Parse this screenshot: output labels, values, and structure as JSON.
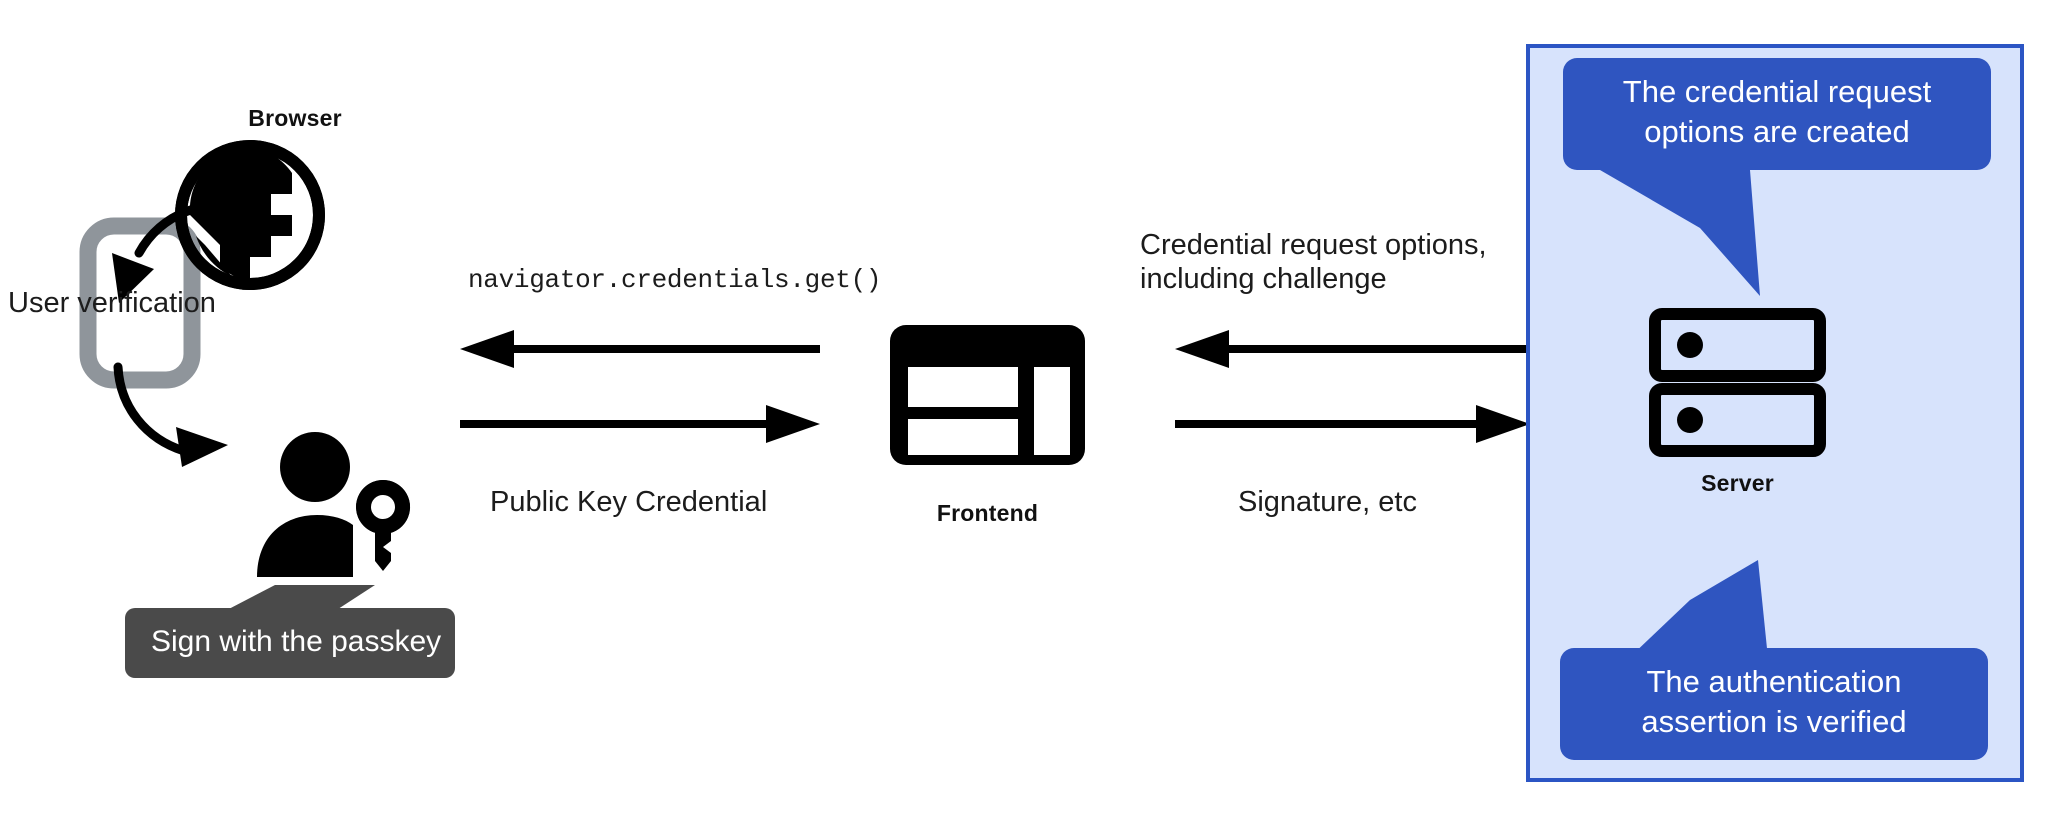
{
  "diagram": {
    "title": "WebAuthn passkey authentication flow",
    "colors": {
      "panel_background": "#d7e3fc",
      "panel_border": "#2b55c4",
      "callout_blue": "#2f55c0",
      "tooltip_dark": "#4a4a4a",
      "ink": "#111111",
      "phone_gray": "#8f959b"
    }
  },
  "client": {
    "browser_label": "Browser",
    "user_verification_label": "User verification",
    "passkey_tooltip": "Sign with the passkey",
    "icons": {
      "browser": "globe-icon",
      "phone": "mobile-phone-icon",
      "user_key": "person-with-key-icon"
    }
  },
  "frontend": {
    "label": "Frontend",
    "icon": "web-layout-icon"
  },
  "server": {
    "label": "Server",
    "icon": "server-racks-icon",
    "callout_top": "The credential request\noptions are created",
    "callout_bottom": "The authentication\nassertion is verified"
  },
  "flows": {
    "browser_to_frontend_top": "navigator.credentials.get()",
    "browser_to_frontend_bottom": "Public Key Credential",
    "frontend_to_server_top": "Credential request options,\nincluding challenge",
    "frontend_to_server_bottom": "Signature, etc"
  }
}
